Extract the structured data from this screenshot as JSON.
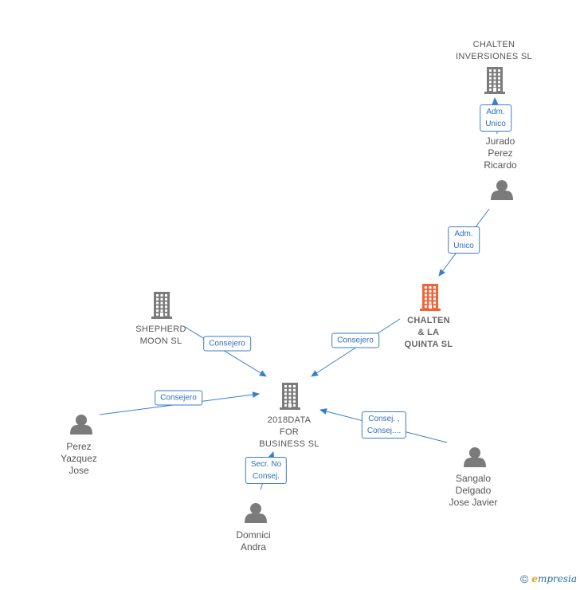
{
  "colors": {
    "person": "#7b7b7b",
    "company": "#7b7b7b",
    "focus_company": "#f0643a",
    "edge": "#3a7ec9"
  },
  "nodes": [
    {
      "id": "chalten_inv",
      "kind": "company",
      "label": "CHALTEN\nINVERSIONES SL",
      "icon": "building-icon"
    },
    {
      "id": "jurado",
      "kind": "person",
      "label": "Jurado\nPerez\nRicardo",
      "icon": "person-icon"
    },
    {
      "id": "chalten_quinta",
      "kind": "focus_company",
      "label": "CHALTEN\n& LA\nQUINTA  SL",
      "icon": "building-icon"
    },
    {
      "id": "shepherd",
      "kind": "company",
      "label": "SHEPHERD\nMOON  SL",
      "icon": "building-icon"
    },
    {
      "id": "data2018",
      "kind": "company",
      "label": "2018DATA\nFOR\nBUSINESS  SL",
      "icon": "building-icon"
    },
    {
      "id": "perez",
      "kind": "person",
      "label": "Perez\nYazquez\nJose",
      "icon": "person-icon"
    },
    {
      "id": "sangalo",
      "kind": "person",
      "label": "Sangalo\nDelgado\nJose Javier",
      "icon": "person-icon"
    },
    {
      "id": "domnici",
      "kind": "person",
      "label": "Domnici\nAndra",
      "icon": "person-icon"
    }
  ],
  "edges": [
    {
      "from": "jurado",
      "to": "chalten_inv",
      "label": "Adm.\nUnico"
    },
    {
      "from": "jurado",
      "to": "chalten_quinta",
      "label": "Adm.\nUnico"
    },
    {
      "from": "chalten_quinta",
      "to": "data2018",
      "label": "Consejero"
    },
    {
      "from": "shepherd",
      "to": "data2018",
      "label": "Consejero"
    },
    {
      "from": "perez",
      "to": "data2018",
      "label": "Consejero"
    },
    {
      "from": "sangalo",
      "to": "data2018",
      "label": "Consej. ,\nConsej...."
    },
    {
      "from": "domnici",
      "to": "data2018",
      "label": "Secr.  No\nConsej."
    }
  ],
  "footer": {
    "copyright": "©",
    "brand_initial": "e",
    "brand_rest": "mpresia"
  }
}
